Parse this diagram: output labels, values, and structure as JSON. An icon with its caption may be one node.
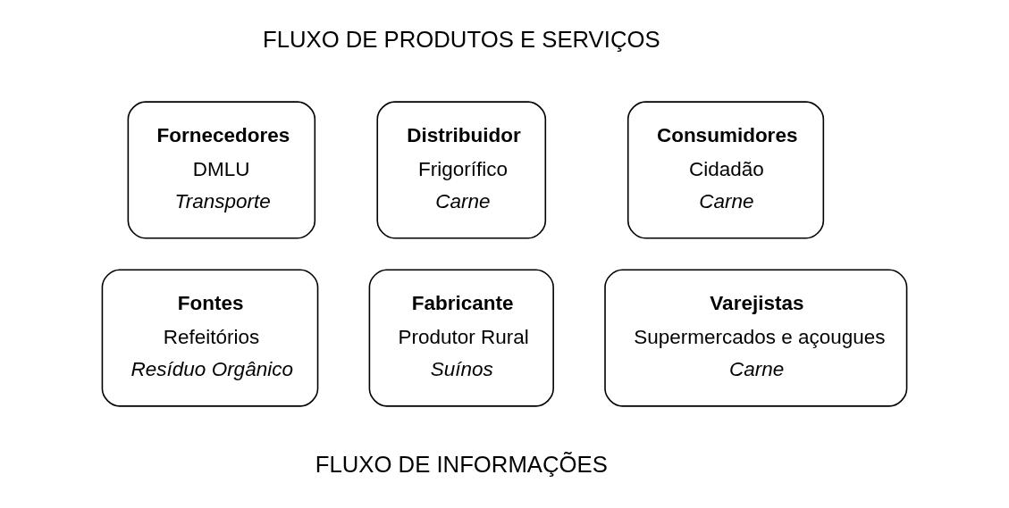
{
  "diagram": {
    "nodes": [
      {
        "text": [
          "Fontes",
          "Refeitórios",
          "Resíduo Orgânico"
        ]
      },
      {
        "text": [
          "Fornecedores",
          "DMLU",
          "Transporte"
        ]
      },
      {
        "text": [
          "Fabricante",
          "Produtor Rural",
          "Suínos"
        ]
      },
      {
        "text": [
          "Distribuidor",
          "Frigorífico",
          "Carne"
        ]
      },
      {
        "text": [
          "Varejistas",
          "Supermercados e açougues",
          "Carne"
        ]
      },
      {
        "text": [
          "Consumidores",
          "Cidadão",
          "Carne"
        ]
      }
    ],
    "edges": [],
    "labels": [
      "FLUXO DE PRODUTOS E SERVIÇOS",
      "FLUXO DE INFORMAÇÕES"
    ]
  }
}
